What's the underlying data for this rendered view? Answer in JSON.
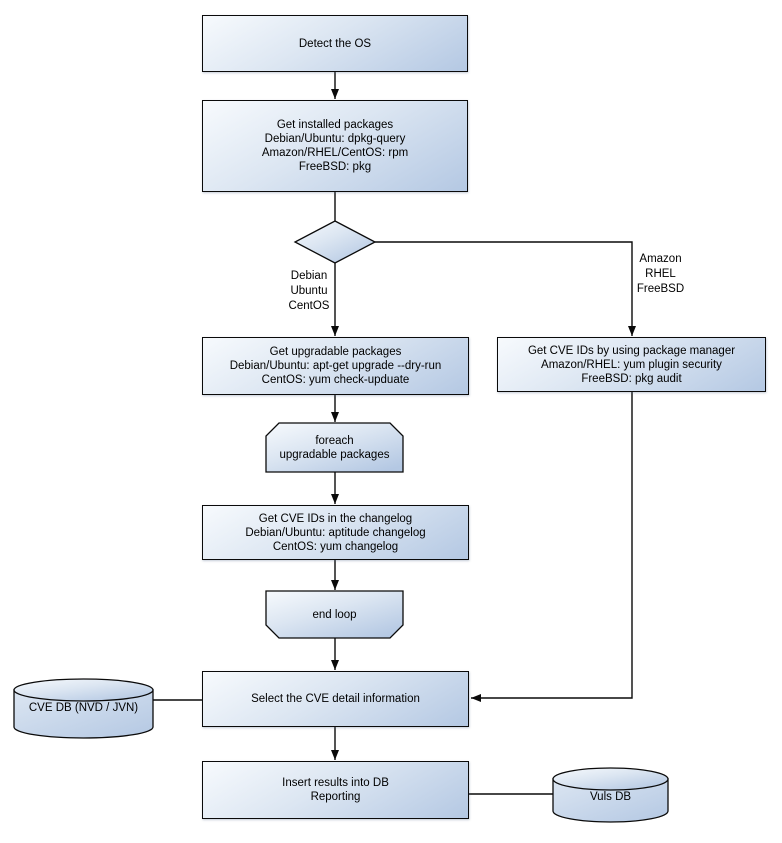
{
  "diagram": {
    "colors": {
      "background": "#ffffff",
      "stroke": "#0a0a0a",
      "shape_fill_light": "#f7fafd",
      "shape_fill_mid": "#dce6f2",
      "shape_fill_dark": "#b4c8e3"
    },
    "nodes": {
      "detect_os": {
        "lines": [
          "Detect the OS"
        ]
      },
      "get_installed": {
        "lines": [
          "Get installed packages",
          "Debian/Ubuntu: dpkg-query",
          "Amazon/RHEL/CentOS: rpm",
          "FreeBSD: pkg"
        ]
      },
      "get_upgradable": {
        "lines": [
          "Get upgradable packages",
          "Debian/Ubuntu: apt-get upgrade --dry-run",
          "CentOS: yum check-upduate"
        ]
      },
      "get_cve_pkg_mgr": {
        "lines": [
          "Get CVE IDs by using package manager",
          "Amazon/RHEL: yum plugin security",
          "FreeBSD: pkg audit"
        ]
      },
      "foreach_loop": {
        "lines": [
          "foreach",
          "upgradable packages"
        ]
      },
      "get_cve_changelog": {
        "lines": [
          "Get CVE IDs in the changelog",
          "Debian/Ubuntu: aptitude changelog",
          "CentOS: yum changelog"
        ]
      },
      "end_loop": {
        "lines": [
          "end loop"
        ]
      },
      "select_cve": {
        "lines": [
          "Select the CVE detail information"
        ]
      },
      "cve_db": {
        "lines": [
          "CVE DB (NVD / JVN)"
        ]
      },
      "insert_results": {
        "lines": [
          "Insert results into DB",
          "Reporting"
        ]
      },
      "vuls_db": {
        "lines": [
          "Vuls DB"
        ]
      }
    },
    "edge_labels": {
      "left_branch": {
        "lines": [
          "Debian",
          "Ubuntu",
          "CentOS"
        ]
      },
      "right_branch": {
        "lines": [
          "Amazon",
          "RHEL",
          "FreeBSD"
        ]
      }
    }
  }
}
